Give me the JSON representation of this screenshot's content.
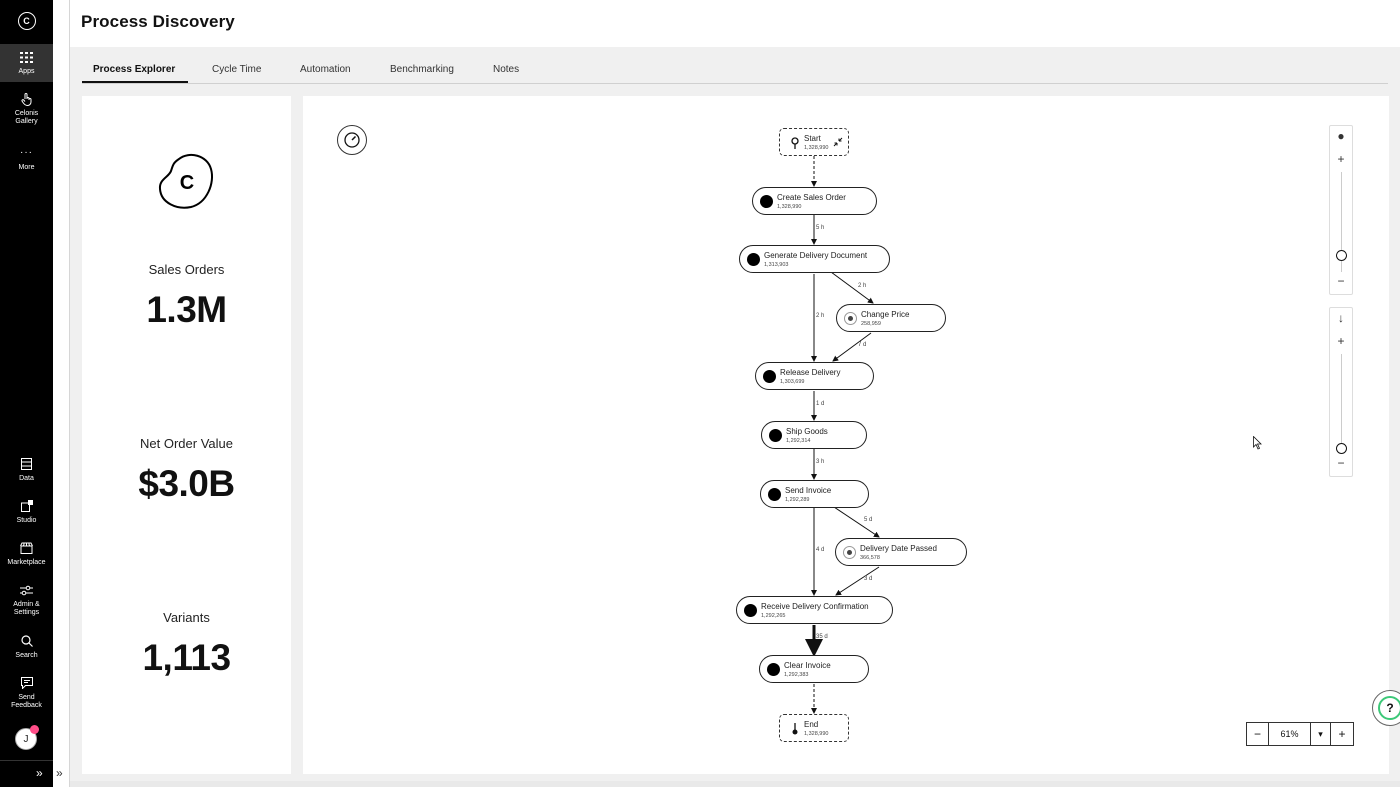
{
  "app": {
    "title": "Process Discovery"
  },
  "rail": {
    "logo": "C",
    "items": [
      {
        "label": "Apps",
        "icon": "grid-icon"
      },
      {
        "label": "Celonis Gallery",
        "icon": "hand-pointer-icon"
      },
      {
        "label": "More",
        "icon": "ellipsis-icon"
      },
      {
        "label": "Data",
        "icon": "database-icon"
      },
      {
        "label": "Studio",
        "icon": "studio-icon"
      },
      {
        "label": "Marketplace",
        "icon": "marketplace-icon"
      },
      {
        "label": "Admin & Settings",
        "icon": "sliders-icon"
      },
      {
        "label": "Search",
        "icon": "search-icon"
      },
      {
        "label": "Send Feedback",
        "icon": "feedback-icon"
      }
    ],
    "avatar": "J"
  },
  "tabs": [
    {
      "label": "Process Explorer",
      "active": true
    },
    {
      "label": "Cycle Time",
      "active": false
    },
    {
      "label": "Automation",
      "active": false
    },
    {
      "label": "Benchmarking",
      "active": false
    },
    {
      "label": "Notes",
      "active": false
    }
  ],
  "kpis": [
    {
      "label": "Sales Orders",
      "value": "1.3M"
    },
    {
      "label": "Net Order Value",
      "value": "$3.0B"
    },
    {
      "label": "Variants",
      "value": "1,113"
    }
  ],
  "process_map": {
    "start": {
      "label": "Start",
      "count": "1,328,990"
    },
    "end": {
      "label": "End",
      "count": "1,328,990"
    },
    "activities": [
      {
        "label": "Create Sales Order",
        "count": "1,328,990"
      },
      {
        "label": "Generate Delivery Document",
        "count": "1,313,903"
      },
      {
        "label": "Change Price",
        "count": "258,959"
      },
      {
        "label": "Release Delivery",
        "count": "1,303,699"
      },
      {
        "label": "Ship Goods",
        "count": "1,292,314"
      },
      {
        "label": "Send Invoice",
        "count": "1,292,289"
      },
      {
        "label": "Delivery Date Passed",
        "count": "366,578"
      },
      {
        "label": "Receive Delivery Confirmation",
        "count": "1,292,265"
      },
      {
        "label": "Clear Invoice",
        "count": "1,292,383"
      }
    ],
    "edge_labels": {
      "cso_gdd": "5 h",
      "gdd_rd": "2 h",
      "gdd_cp": "2 h",
      "cp_rd": "7 d",
      "rd_sg": "1 d",
      "sg_si": "3 h",
      "si_rdc": "4 d",
      "si_ddp": "5 d",
      "ddp_rdc": "3 d",
      "rdc_ci": "35 d"
    }
  },
  "zoom": {
    "minus": "−",
    "value": "61%",
    "dropdown": "▾",
    "plus": "+"
  },
  "slider_buttons": {
    "plus": "+",
    "minus": "−"
  },
  "help": "?"
}
